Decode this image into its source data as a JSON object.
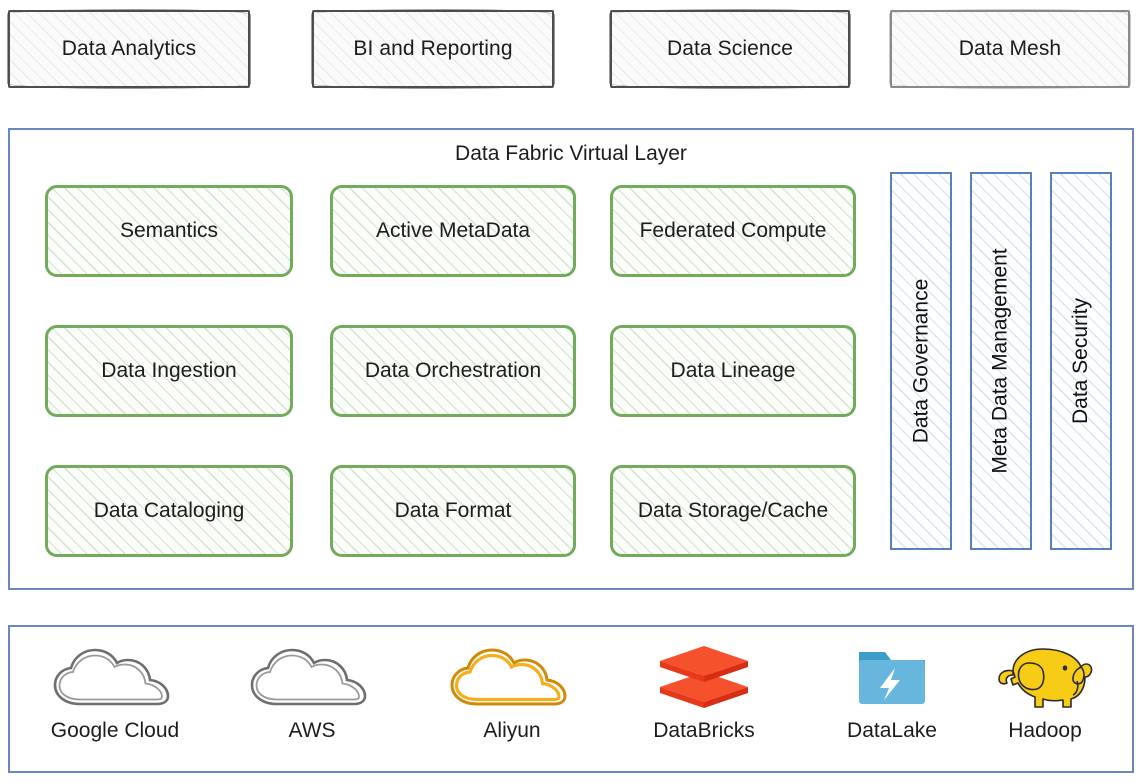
{
  "diagram": {
    "consumers": [
      {
        "label": "Data Analytics",
        "style": "dark"
      },
      {
        "label": "BI and Reporting",
        "style": "dark"
      },
      {
        "label": "Data Science",
        "style": "dark"
      },
      {
        "label": "Data Mesh",
        "style": "light"
      }
    ],
    "fabric": {
      "title": "Data Fabric Virtual Layer",
      "border_color": "#6b87c0",
      "capabilities": [
        {
          "label": "Semantics",
          "row": 1,
          "col": 1
        },
        {
          "label": "Active MetaData",
          "row": 1,
          "col": 2
        },
        {
          "label": "Federated Compute",
          "row": 1,
          "col": 3
        },
        {
          "label": "Data Ingestion",
          "row": 2,
          "col": 1
        },
        {
          "label": "Data Orchestration",
          "row": 2,
          "col": 2
        },
        {
          "label": "Data Lineage",
          "row": 2,
          "col": 3
        },
        {
          "label": "Data Cataloging",
          "row": 3,
          "col": 1
        },
        {
          "label": "Data Format",
          "row": 3,
          "col": 2
        },
        {
          "label": "Data Storage/Cache",
          "row": 3,
          "col": 3
        }
      ],
      "capability_color": "#71ab5b",
      "pillars": [
        {
          "label": "Data Governance"
        },
        {
          "label": "Meta Data Management"
        },
        {
          "label": "Data Security"
        }
      ],
      "pillar_color": "#5a7fc0"
    },
    "platforms": {
      "border_color": "#6b87c0",
      "items": [
        {
          "label": "Google Cloud",
          "icon": "cloud-icon",
          "color": "#7a7a7a"
        },
        {
          "label": "AWS",
          "icon": "cloud-icon",
          "color": "#7a7a7a"
        },
        {
          "label": "Aliyun",
          "icon": "cloud-icon",
          "color": "#e8a20c"
        },
        {
          "label": "DataBricks",
          "icon": "databricks-icon",
          "color": "#f4512c"
        },
        {
          "label": "DataLake",
          "icon": "folder-bolt-icon",
          "color": "#67b6dd"
        },
        {
          "label": "Hadoop",
          "icon": "elephant-icon",
          "color": "#f7cc17"
        }
      ]
    }
  }
}
